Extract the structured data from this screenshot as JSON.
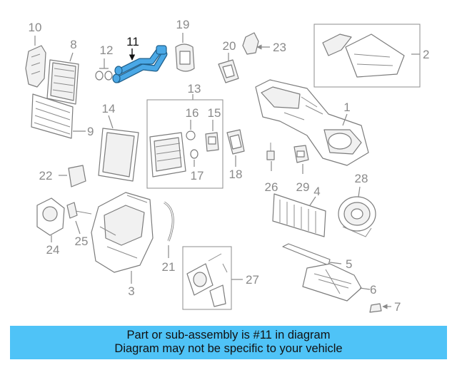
{
  "callouts": [
    "1",
    "2",
    "3",
    "4",
    "5",
    "6",
    "7",
    "8",
    "9",
    "10",
    "11",
    "12",
    "13",
    "14",
    "15",
    "16",
    "17",
    "18",
    "19",
    "20",
    "21",
    "22",
    "23",
    "24",
    "25",
    "26",
    "27",
    "28",
    "29"
  ],
  "highlight_part": "11",
  "colors": {
    "highlight": "#4aa8e6",
    "banner": "#4fc3f7",
    "linework": "#7c7c7c"
  },
  "banner": {
    "line1": "Part or sub-assembly is #11 in diagram",
    "line2": "Diagram may not be specific to your vehicle"
  }
}
